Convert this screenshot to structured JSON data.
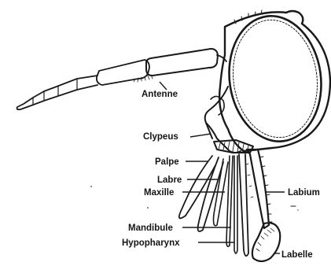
{
  "labels": {
    "antenne": "Antenne",
    "clypeus": "Clypeus",
    "palpe": "Palpe",
    "labre": "Labre",
    "maxille": "Maxille",
    "mandibule": "Mandibule",
    "hypopharynx": "Hypopharynx",
    "labium": "Labium",
    "labelle": "Labelle"
  },
  "colors": {
    "ink": "#1a1a1a",
    "background": "#ffffff"
  }
}
